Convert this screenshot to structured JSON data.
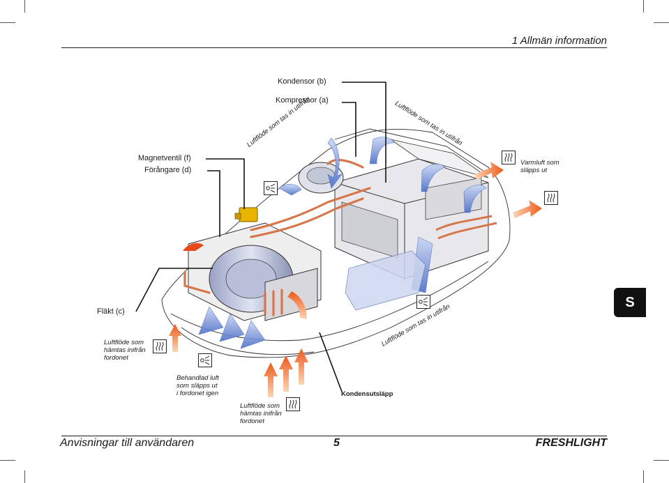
{
  "header": {
    "title": "1 Allmän information"
  },
  "footer": {
    "left": "Anvisningar till användaren",
    "page": "5",
    "right": "FRESHLIGHT"
  },
  "side_tab": {
    "label": "S"
  },
  "labels": {
    "kondensor": "Kondensor (b)",
    "kompressor": "Kompressor (a)",
    "magnetventil": "Magnetventil (f)",
    "forangare": "Förångare (d)",
    "flakt": "Fläkt (c)",
    "kondensutslapp": "Kondensutsläpp"
  },
  "airflow_labels": {
    "outside_left": "Luftflöde som tas in utifrån",
    "outside_top": "Luftflöde som tas in utifrån",
    "outside_right": "Luftflöde som tas in utifrån",
    "warm_out_line1": "Varmluft som",
    "warm_out_line2": "släpps ut",
    "inside_left_line1": "Luftflöde som",
    "inside_left_line2": "hämtas inifrån",
    "inside_left_line3": "fordonet",
    "treated_line1": "Behandlad luft",
    "treated_line2": "som släpps ut",
    "treated_line3": "i fordonet igen",
    "inside_bottom_line1": "Luftflöde som",
    "inside_bottom_line2": "hämtas inifrån",
    "inside_bottom_line3": "fordonet"
  },
  "colors": {
    "cold_air": "#6a86d0",
    "warm_air": "#f07a2a",
    "copper": "#d6764a",
    "valve": "#e9b400",
    "line": "#222222"
  },
  "icons": [
    "heat-icon",
    "fan-cool-icon"
  ]
}
